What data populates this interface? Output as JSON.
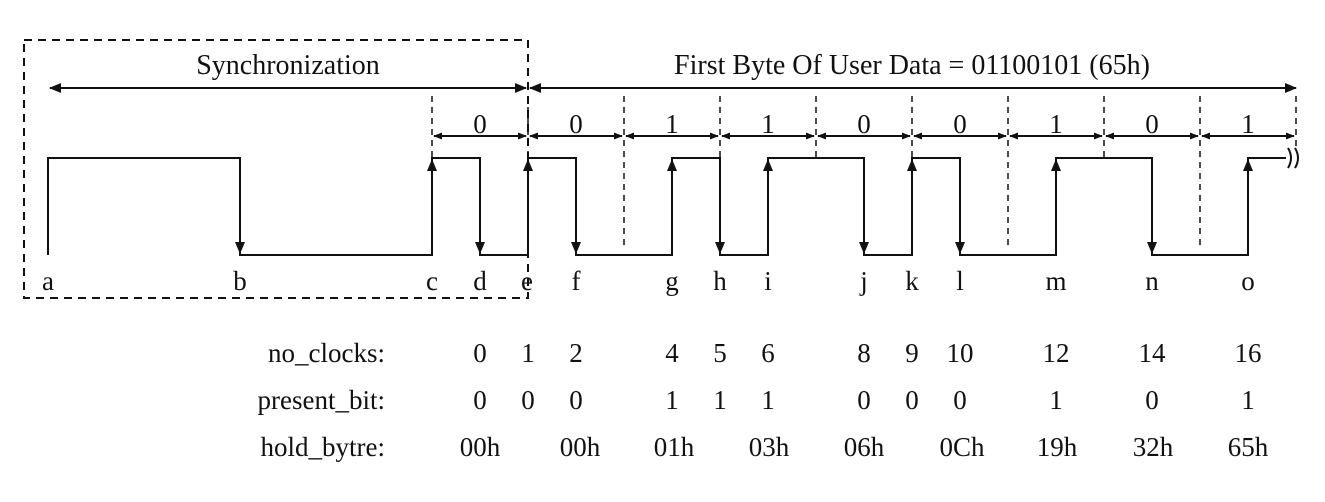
{
  "sync_label": "Synchronization",
  "first_byte_label": "First Byte Of User Data = 01100101 (65h)",
  "bit_values": [
    "0",
    "0",
    "1",
    "1",
    "0",
    "0",
    "1",
    "0",
    "1"
  ],
  "point_labels": [
    "a",
    "b",
    "c",
    "d",
    "e",
    "f",
    "g",
    "h",
    "i",
    "j",
    "k",
    "l",
    "m",
    "n",
    "o"
  ],
  "table": {
    "rows": [
      {
        "label": "no_clocks:",
        "values": [
          "0",
          "1",
          "2",
          "4",
          "5",
          "6",
          "8",
          "9",
          "10",
          "12",
          "14",
          "16"
        ]
      },
      {
        "label": "present_bit:",
        "values": [
          "0",
          "0",
          "0",
          "1",
          "1",
          "1",
          "0",
          "0",
          "0",
          "1",
          "0",
          "1"
        ]
      },
      {
        "label": "hold_bytre:",
        "values": [
          "00h",
          "00h",
          "01h",
          "03h",
          "06h",
          "0Ch",
          "19h",
          "32h",
          "65h"
        ]
      }
    ]
  }
}
